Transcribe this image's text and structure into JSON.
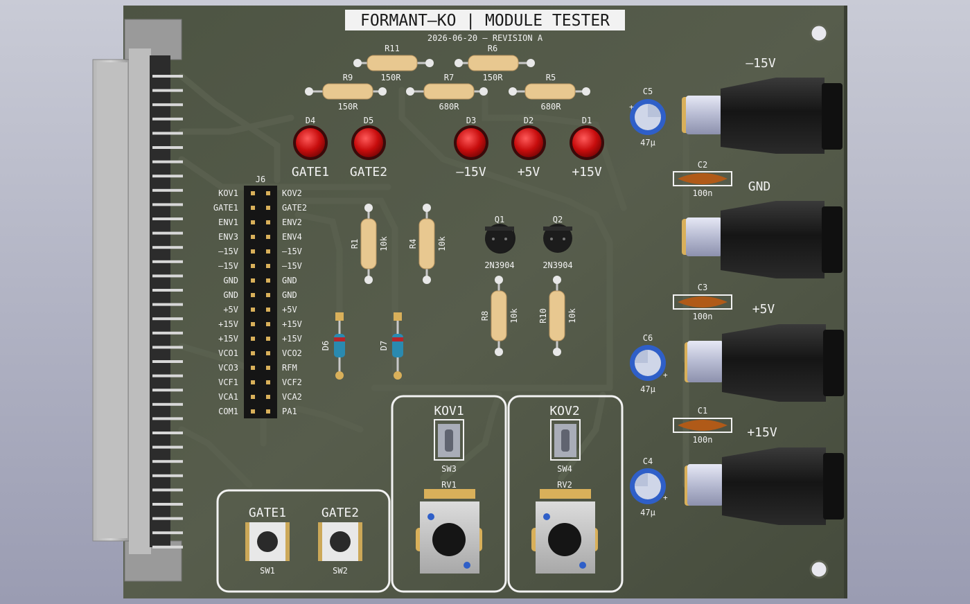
{
  "title": "FORMANT–KO | MODULE TESTER",
  "subtitle": "2026-06-20 – REVISION A",
  "resistors_top": [
    {
      "ref": "R11",
      "value": "150R"
    },
    {
      "ref": "R6",
      "value": "150R"
    },
    {
      "ref": "R9",
      "value": "150R"
    },
    {
      "ref": "R7",
      "value": "680R"
    },
    {
      "ref": "R5",
      "value": "680R"
    }
  ],
  "leds": [
    {
      "ref": "D4",
      "label": "GATE1"
    },
    {
      "ref": "D5",
      "label": "GATE2"
    },
    {
      "ref": "D3",
      "label": "–15V"
    },
    {
      "ref": "D2",
      "label": "+5V"
    },
    {
      "ref": "D1",
      "label": "+15V"
    }
  ],
  "header": {
    "ref": "J6",
    "left_pins": [
      "KOV1",
      "GATE1",
      "ENV1",
      "ENV3",
      "–15V",
      "–15V",
      "GND",
      "GND",
      "+5V",
      "+15V",
      "+15V",
      "VCO1",
      "VCO3",
      "VCF1",
      "VCA1",
      "COM1"
    ],
    "right_pins": [
      "KOV2",
      "GATE2",
      "ENV2",
      "ENV4",
      "–15V",
      "–15V",
      "GND",
      "GND",
      "+5V",
      "+15V",
      "+15V",
      "VCO2",
      "RFM",
      "VCF2",
      "VCA2",
      "PA1"
    ]
  },
  "resistors_vertical": [
    {
      "ref": "R1",
      "value": "10k"
    },
    {
      "ref": "R4",
      "value": "10k"
    },
    {
      "ref": "R8",
      "value": "10k"
    },
    {
      "ref": "R10",
      "value": "10k"
    }
  ],
  "transistors": [
    {
      "ref": "Q1",
      "part": "2N3904"
    },
    {
      "ref": "Q2",
      "part": "2N3904"
    }
  ],
  "diodes": [
    "D6",
    "D7"
  ],
  "power_jacks": [
    "–15V",
    "GND",
    "+5V",
    "+15V"
  ],
  "electrolytics": [
    {
      "ref": "C5",
      "value": "47µ"
    },
    {
      "ref": "C6",
      "value": "47µ"
    },
    {
      "ref": "C4",
      "value": "47µ"
    }
  ],
  "ceramics": [
    {
      "ref": "C2",
      "value": "100n"
    },
    {
      "ref": "C3",
      "value": "100n"
    },
    {
      "ref": "C1",
      "value": "100n"
    }
  ],
  "gate_buttons": {
    "labels": [
      "GATE1",
      "GATE2"
    ],
    "refs": [
      "SW1",
      "SW2"
    ]
  },
  "kov_modules": [
    {
      "label": "KOV1",
      "switch_ref": "SW3",
      "pot_ref": "RV1"
    },
    {
      "label": "KOV2",
      "switch_ref": "SW4",
      "pot_ref": "RV2"
    }
  ],
  "colors": {
    "pcb": "#4a5142",
    "silkscreen": "#f2f2f2",
    "led": "#cc1111",
    "resistor_body": "#e8c890",
    "capacitor_body": "#3a6ad0",
    "ceramic_body": "#b05a18",
    "connector": "#1a1a1a"
  }
}
